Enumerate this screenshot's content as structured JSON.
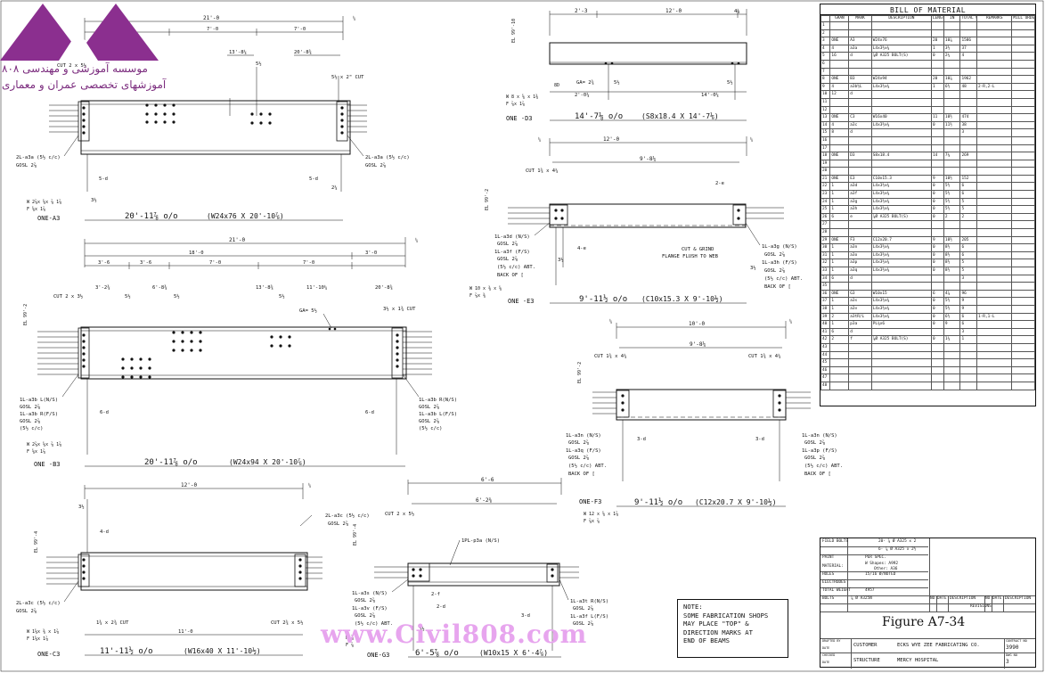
{
  "logo": {
    "line1": "۸۰۸ موسسه آموزشی و مهندسی",
    "line2": "آموزشهای تخصصی عمران و معماری",
    "primary_color": "#8b2f8f"
  },
  "watermark": "www.Civil808.com",
  "figure_title": "Figure A7-34",
  "note": {
    "heading": "NOTE:",
    "lines": [
      "SOME FABRICATION SHOPS",
      "MAY PLACE \"TOP\" &",
      "DIRECTION MARKS AT",
      "END OF BEAMS"
    ]
  },
  "pieces": {
    "a3": {
      "mark": "ONE-A3",
      "length": "20'-11⅞ o/o",
      "section": "(W24x76  X 20'-10⅞)",
      "overall": "21'-0",
      "spans": [
        "7'-0",
        "7'-0"
      ],
      "dims": [
        "13'-8¼",
        "20'-8¾",
        "5½",
        "5½ x 2\" CUT",
        "CUT 2 x 5½"
      ],
      "labels": [
        "2L-a3a (5½ c/c)",
        "GOSL 2⅞",
        "5-d",
        "5-d",
        "3½",
        "2¼"
      ],
      "weld": "W 2⅞x ⅝x ⅞ 1⅞",
      "flange": "F ⅝x 1⅞"
    },
    "b3": {
      "mark": "ONE -B3",
      "length": "20'-11⅞ o/o",
      "section": "(W24x94  X 20'-10⅞)",
      "overall": "21'-0",
      "spans": [
        "18'-0",
        "3'-0",
        "3'-6",
        "3'-6",
        "7'-0",
        "7'-0"
      ],
      "dims": [
        "3'-2¾",
        "6'-8¾",
        "13'-8¾",
        "11'-10¼",
        "20'-8¾",
        "5½",
        "5½",
        "5½",
        "CUT 2 x 3½",
        "3½ x 1¾ CUT",
        "GA= 5½"
      ],
      "labels_left": [
        "1L-a3b L(N/S)",
        "GOSL 2⅞",
        "1L-a3b R(F/S)",
        "GOSL 2⅞",
        "(5½ c/c)"
      ],
      "labels_right": [
        "1L-a3b R(N/S)",
        "GOSL 2⅞",
        "1L-a3b L(F/S)",
        "GOSL 2⅞",
        "(5½ c/c)"
      ],
      "extras": [
        "6-d",
        "6-d",
        "EL 99'-2"
      ]
    },
    "c3": {
      "mark": "ONE-C3",
      "length": "11'-11½ o/o",
      "section": "(W16x40  X 11'-10½)",
      "overall": "12'-0",
      "spans": [
        "11'-0"
      ],
      "dims": [
        "3½",
        "2L-a3c (5½ c/c)",
        "GOSL 2⅞",
        "4-d",
        "1¾ x 2¾ CUT",
        "CUT 2¾ x 5½"
      ],
      "labels": [
        "2L-a3c (5½ c/c)",
        "GOSL 2⅞",
        "EL 99'-4"
      ],
      "weld": "W 1⅝x ⅜ x 1⅞",
      "flange": "F 1⅝x 1⅞"
    },
    "d3": {
      "mark": "ONE -D3",
      "length": "14'-7⅛ o/o",
      "section": "(S8x18.4  X 14'-7⅛)",
      "overall": "12'-0",
      "spans": [
        "2'-3",
        "4¼"
      ],
      "dims": [
        "GA= 2¾",
        "2'-0¼",
        "14'-0¼",
        "5½",
        "5½",
        "EL 99'-10",
        "8D"
      ],
      "weld": "W 8 x ⅝ x 1⅜",
      "flange": "F ⅞x 1⅞"
    },
    "e3": {
      "mark": "ONE -E3",
      "length": "9'-11½ o/o",
      "section": "(C10x15.3  X 9'-10½)",
      "overall": "12'-0",
      "spans": [
        "9'-8¼"
      ],
      "dims": [
        "CUT 1¾ x 4¼",
        "2-e",
        "4-e",
        "3½",
        "3½",
        "EL 99'-2"
      ],
      "labels_left": [
        "1L-a3d (N/S)",
        "GOSL 2⅞",
        "1L-a3f (F/S)",
        "GOSL 2⅞",
        "(5½ c/c) ABT.",
        "BACK OF ["
      ],
      "labels_right": [
        "1L-a3g (N/S)",
        "GOSL 2⅞",
        "1L-a3h (F/S)",
        "GOSL 2⅞",
        "(5½ c/c) ABT.",
        "BACK OF ["
      ],
      "cut_note": [
        "CUT & GRIND",
        "FLANGE FLUSH TO WEB"
      ],
      "weld": "W 10 x ⅜ x ⅝",
      "flange": "F ⅞x ⅜"
    },
    "f3": {
      "mark": "ONE-F3",
      "length": "9'-11½ o/o",
      "section": "(C12x20.7  X 9'-10½)",
      "overall": "10'-0",
      "spans": [
        "9'-8¼"
      ],
      "dims": [
        "CUT 1¾ x 4¼",
        "CUT 1¾ x 4¼",
        "3-d",
        "3-d",
        "EL 99'-2"
      ],
      "labels_left": [
        "1L-a3n (N/S)",
        "GOSL 2⅞",
        "1L-a3q (F/S)",
        "GOSL 2⅞",
        "(5½ c/c) ABT.",
        "BACK OF ["
      ],
      "labels_right": [
        "1L-a3n (N/S)",
        "GOSL 2⅞",
        "1L-a3p (F/S)",
        "GOSL 2⅞",
        "(5½ c/c) ABT.",
        "BACK OF ["
      ],
      "weld": "W 12 x ⅝ x 1⅞",
      "flange": "F ⅞x ⅞"
    },
    "g3": {
      "mark": "ONE-G3",
      "length": "6'-5⅞ o/o",
      "section": "(W10x15  X 6'-4⅞)",
      "overall": "6'-6",
      "spans": [
        "6'-2⅜"
      ],
      "dims": [
        "CUT 2 x 5½",
        "2-f",
        "2-d",
        "3-d",
        "3½",
        "EL 99'-4"
      ],
      "pl_label": "1PL-p3a (N/S)",
      "labels_left": [
        "1L-a3s (N/S)",
        "GOSL 2⅞",
        "1L-a3v (F/S)",
        "GOSL 2⅞",
        "(5½ c/c) ABT."
      ],
      "labels_right": [
        "1L-a3t R(N/S)",
        "GOSL 2⅞",
        "1L-a3f L(F/S)",
        "GOSL 2⅞"
      ],
      "weld": "W ⅞",
      "flange": "F ⅞"
    }
  },
  "bom": {
    "title": "BILL OF MATERIAL",
    "headers": [
      "",
      "GRAN",
      "MARK",
      "DESCRIPTION",
      "LENGTH FT",
      "IN",
      "TOTAL WT",
      "REMARKS",
      "MILL ORDER"
    ],
    "rows": [
      [
        "1",
        "",
        "",
        "",
        "",
        "",
        "",
        "",
        ""
      ],
      [
        "2",
        "",
        "",
        "",
        "",
        "",
        "",
        "",
        ""
      ],
      [
        "3",
        "ONE",
        "A3",
        "W24x76",
        "20",
        "10⅞",
        "1586",
        "",
        ""
      ],
      [
        "4",
        "4",
        "a3a",
        "L4x3½x⅜",
        "1",
        "3½",
        "37",
        "",
        ""
      ],
      [
        "5",
        "16",
        "d",
        "⅞Ø A325 BOLT(S)",
        "0",
        "2¼",
        "4",
        "",
        ""
      ],
      [
        "6",
        "",
        "",
        "",
        "",
        "",
        "",
        "",
        ""
      ],
      [
        "7",
        "",
        "",
        "",
        "",
        "",
        "",
        "",
        ""
      ],
      [
        "8",
        "ONE",
        "B3",
        "W24x94",
        "20",
        "10⅞",
        "1962",
        "",
        ""
      ],
      [
        "9",
        "4",
        "a3b½L",
        "L4x3½x⅜",
        "1",
        "6½",
        "48",
        "2-R,2-L",
        "",
        ""
      ],
      [
        "10",
        "12",
        "d",
        "",
        "",
        "",
        "",
        "",
        ""
      ],
      [
        "11",
        "",
        "",
        "",
        "",
        "",
        "",
        "",
        ""
      ],
      [
        "12",
        "",
        "",
        "",
        "",
        "",
        "",
        "",
        ""
      ],
      [
        "13",
        "ONE",
        "C3",
        "W16x40",
        "11",
        "10½",
        "474",
        "",
        ""
      ],
      [
        "14",
        "4",
        "a3c",
        "L4x3½x⅜",
        "0",
        "11½",
        "38",
        "",
        ""
      ],
      [
        "15",
        "8",
        "d",
        "",
        "",
        "",
        "3",
        "",
        ""
      ],
      [
        "16",
        "",
        "",
        "",
        "",
        "",
        "",
        "",
        ""
      ],
      [
        "17",
        "",
        "",
        "",
        "",
        "",
        "",
        "",
        ""
      ],
      [
        "18",
        "ONE",
        "D3",
        "S8x18.4",
        "14",
        "7⅛",
        "269",
        "",
        ""
      ],
      [
        "19",
        "",
        "",
        "",
        "",
        "",
        "",
        "",
        ""
      ],
      [
        "20",
        "",
        "",
        "",
        "",
        "",
        "",
        "",
        ""
      ],
      [
        "21",
        "ONE",
        "E3",
        "C10x15.3",
        "9",
        "10½",
        "152",
        "",
        ""
      ],
      [
        "22",
        "1",
        "a3d",
        "L4x3½x⅜",
        "0",
        "5½",
        "6",
        "",
        ""
      ],
      [
        "23",
        "1",
        "a3f",
        "L4x3½x⅜",
        "0",
        "5½",
        "6",
        "",
        ""
      ],
      [
        "24",
        "1",
        "a3g",
        "L4x3½x⅜",
        "0",
        "5½",
        "5",
        "",
        ""
      ],
      [
        "25",
        "1",
        "a3h",
        "L4x3½x⅜",
        "0",
        "5½",
        "5",
        "",
        ""
      ],
      [
        "26",
        "6",
        "e",
        "⅞Ø A325 BOLT(S)",
        "0",
        "2",
        "2",
        "",
        ""
      ],
      [
        "27",
        "",
        "",
        "",
        "",
        "",
        "",
        "",
        ""
      ],
      [
        "28",
        "",
        "",
        "",
        "",
        "",
        "",
        "",
        ""
      ],
      [
        "29",
        "ONE",
        "F3",
        "C12x20.7",
        "9",
        "10½",
        "205",
        "",
        ""
      ],
      [
        "30",
        "1",
        "a3n",
        "L4x3½x⅜",
        "0",
        "8½",
        "6",
        "",
        ""
      ],
      [
        "31",
        "1",
        "a3o",
        "L4x3½x⅜",
        "0",
        "8½",
        "6",
        "",
        ""
      ],
      [
        "32",
        "1",
        "a3p",
        "L4x3½x⅜",
        "0",
        "8½",
        "5",
        "",
        ""
      ],
      [
        "33",
        "1",
        "a3q",
        "L4x3½x⅜",
        "0",
        "8½",
        "5",
        "",
        ""
      ],
      [
        "34",
        "6",
        "d",
        "",
        "",
        "",
        "3",
        "",
        ""
      ],
      [
        "35",
        "",
        "",
        "",
        "",
        "",
        "",
        "",
        ""
      ],
      [
        "36",
        "ONE",
        "G3",
        "W10x15",
        "6",
        "4⅞",
        "96",
        "",
        ""
      ],
      [
        "37",
        "1",
        "a3s",
        "L4x3½x⅜",
        "0",
        "5½",
        "9",
        "",
        ""
      ],
      [
        "38",
        "1",
        "a3v",
        "L4x3½x⅜",
        "0",
        "5½",
        "9",
        "",
        ""
      ],
      [
        "39",
        "2",
        "a3tR/L",
        "L4x3½x⅜",
        "0",
        "6½",
        "6",
        "1-R,1-L",
        "",
        ""
      ],
      [
        "40",
        "1",
        "p3a",
        "PL⅜x6",
        "0",
        "9",
        "6",
        "",
        ""
      ],
      [
        "41",
        "6",
        "d",
        "",
        "",
        "",
        "3",
        "",
        ""
      ],
      [
        "42",
        "2",
        "f",
        "⅞Ø A325 BOLT(S)",
        "0",
        "1¾",
        "1",
        "",
        ""
      ],
      [
        "43",
        "",
        "",
        "",
        "",
        "",
        "",
        "",
        ""
      ],
      [
        "44",
        "",
        "",
        "",
        "",
        "",
        "",
        "",
        ""
      ],
      [
        "45",
        "",
        "",
        "",
        "",
        "",
        "",
        "",
        ""
      ],
      [
        "46",
        "",
        "",
        "",
        "",
        "",
        "",
        "",
        ""
      ],
      [
        "47",
        "",
        "",
        "",
        "",
        "",
        "",
        "",
        ""
      ],
      [
        "48",
        "",
        "",
        "",
        "",
        "",
        "",
        "",
        ""
      ]
    ]
  },
  "title_block": {
    "field_bolts": "FIELD BOLTS",
    "fb_1": "20- ⅞ Ø A325 x 2",
    "fb_2": "6- ⅞ Ø A325 x 2½",
    "paint": "PAINT",
    "paint_val": "PER SPEC.",
    "material": "MATERIAL:",
    "mat_1": "W Shapes: A992",
    "mat_2": "Other: A36",
    "holes": "HOLES",
    "holes_val": "15/16 Ø/NOTED",
    "electrodes": "ELECTRODES",
    "total_weight": "TOTAL WEIGHT",
    "total_weight_val": "4957",
    "bolts": "BOLTS",
    "bolts_val": "⅞ Ø A325N",
    "rev_headers": [
      "NO",
      "DATE",
      "DESCRIPTION",
      "NO",
      "DATE",
      "DESCRIPTION"
    ],
    "revisions": "REVISIONS",
    "drafted_by": "DRAFTED BY",
    "date1": "DATE",
    "checked_by": "CHECKED",
    "date2": "DATE",
    "customer_label": "CUSTOMER",
    "customer": "ECKS WYE ZEE FABRICATING CO.",
    "structure_label": "STRUCTURE",
    "structure": "MERCY HOSPITAL",
    "contract_label": "CONTRACT NO",
    "contract": "3990",
    "dwg_label": "DWG NO",
    "dwg": "3"
  }
}
